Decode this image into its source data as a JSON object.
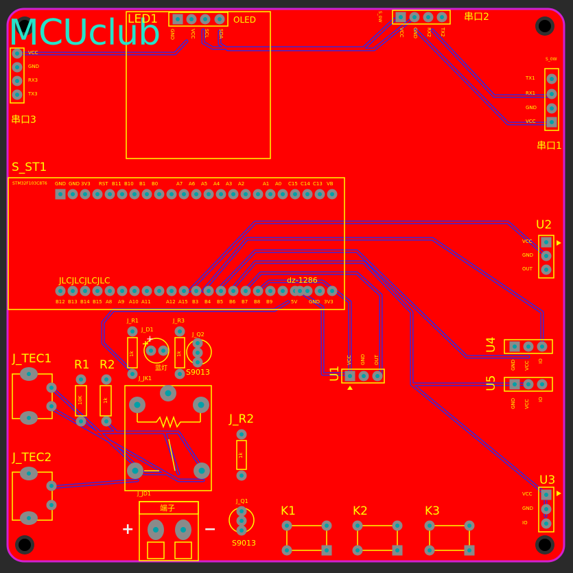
{
  "board": {
    "logo": "MCUclub",
    "colors": {
      "copper": "#ff0000",
      "silk": "#ffff00",
      "trace": "#2a3aff",
      "logo": "#24e3ca",
      "outline": "#d020d0"
    }
  },
  "components": {
    "led1": {
      "ref": "LED1",
      "name": "OLED",
      "pins": [
        "GND",
        "VCC",
        "SCL",
        "SDA"
      ]
    },
    "uart2": {
      "ref": "串口2",
      "ver": "S_0W",
      "pins": [
        "VCC",
        "GND",
        "RX2",
        "TX2"
      ]
    },
    "uart1": {
      "ref": "串口1",
      "ver": "S_0W",
      "pins": [
        "TX1",
        "RX1",
        "GND",
        "VCC"
      ]
    },
    "uart3": {
      "ref": "串口3",
      "pins": [
        "VCC",
        "GND",
        "RX3",
        "TX3"
      ]
    },
    "s_st1": {
      "ref": "S_ST1",
      "top_text": "STM32F103C8T6",
      "top_pins": [
        "GND",
        "GND",
        "3V3",
        "RST",
        "B11",
        "B10",
        "B1",
        "B0",
        "A7",
        "A6",
        "A5",
        "A4",
        "A3",
        "A2",
        "A1",
        "A0",
        "C15",
        "C14",
        "C13",
        "VB"
      ],
      "label": "JLCJLCJLCJLC",
      "bottom_pins": [
        "B12",
        "B13",
        "B14",
        "B15",
        "A8",
        "A9",
        "A10",
        "A11",
        "A12",
        "A15",
        "B3",
        "B4",
        "B5",
        "B6",
        "B7",
        "B8",
        "B9",
        "5V",
        "GND",
        "3V3"
      ]
    },
    "u1": {
      "ref": "U1",
      "pins": [
        "VCC",
        "GND",
        "OUT"
      ]
    },
    "u2": {
      "ref": "U2",
      "pins": [
        "VCC",
        "GND",
        "OUT"
      ]
    },
    "u3": {
      "ref": "U3",
      "pins": [
        "VCC",
        "GND",
        "IO"
      ]
    },
    "u4": {
      "ref": "U4",
      "pins": [
        "GND",
        "VCC",
        "IO"
      ]
    },
    "u5": {
      "ref": "U5",
      "pins": [
        "GND",
        "VCC",
        "IO"
      ]
    },
    "dz": {
      "ref": "dz-1286"
    },
    "jtec1": {
      "ref": "J_TEC1"
    },
    "jtec2": {
      "ref": "J_TEC2"
    },
    "r1": {
      "ref": "R1",
      "value": "10K"
    },
    "r2": {
      "ref": "R2",
      "value": "1k"
    },
    "jr1": {
      "ref": "J_R1",
      "value": "1k"
    },
    "jr2": {
      "ref": "J_R2",
      "value": "1k"
    },
    "jr3": {
      "ref": "J_R3",
      "value": "1k"
    },
    "jd1": {
      "ref": "J_D1",
      "plus": "+",
      "label": "蓝灯"
    },
    "jq2": {
      "ref": "J_Q2",
      "label": "S9013"
    },
    "jq1": {
      "ref": "J_Q1",
      "label": "S9013"
    },
    "jjk1": {
      "ref": "J_JK1"
    },
    "jjd1": {
      "ref": "J_JD1",
      "label": "端子",
      "plus": "+",
      "minus": "−"
    },
    "k1": {
      "ref": "K1"
    },
    "k2": {
      "ref": "K2"
    },
    "k3": {
      "ref": "K3"
    }
  }
}
